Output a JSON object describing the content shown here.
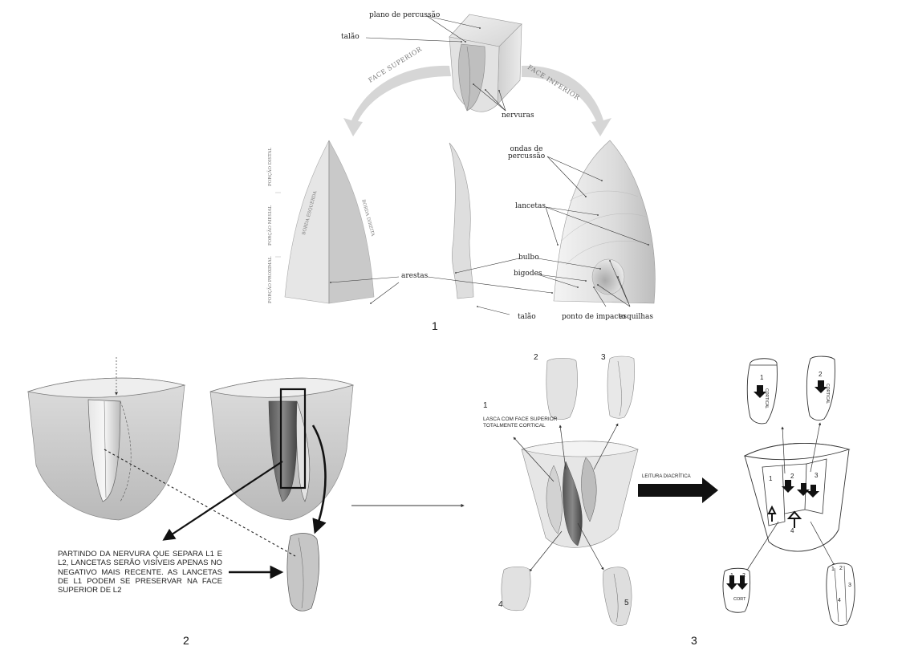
{
  "panel1": {
    "number": "1",
    "labels": {
      "plano": "plano de percussão",
      "talao_top": "talão",
      "face_superior": "FACE SUPERIOR",
      "face_inferior": "FACE INFERIOR",
      "nervuras": "nervuras",
      "ondas": "ondas de percussão",
      "lancetas": "lancetas",
      "bulbo": "bulbo",
      "arestas": "arestas",
      "bigodes": "bigodes",
      "talao_bottom": "talão",
      "ponto": "ponto de impacto",
      "esquilhas": "esquilhas"
    },
    "side_labels": {
      "distal": "PORÇÃO DISTAL",
      "mesial": "PORÇÃO MESIAL",
      "proximal": "PORÇÃO PROXIMAL",
      "borda_esquerda": "BORDA ESQUERDA",
      "borda_direita": "BORDA DIREITA"
    }
  },
  "panel2": {
    "number": "2",
    "note": "PARTINDO DA NERVURA QUE SEPARA L1 E L2, LANCETAS SERÃO VISÍVEIS APENAS NO NEGATIVO MAIS RECENTE. AS LANCETAS DE L1 PODEM SE PRESERVAR NA FACE SUPERIOR DE L2"
  },
  "panel3": {
    "number": "3",
    "flake_numbers": [
      "1",
      "2",
      "3",
      "4",
      "5"
    ],
    "cortical_note": "LASCA COM FACE SUPERIOR TOTALMENTE CORTICAL",
    "arrow_label": "LEITURA DIACRÍTICA",
    "cortical": "CORTICAL",
    "cort": "CORT",
    "scar_numbers": [
      "1",
      "2",
      "3",
      "4"
    ]
  }
}
